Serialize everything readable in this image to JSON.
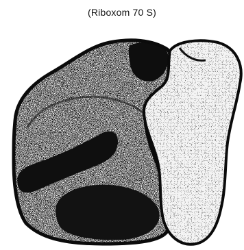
{
  "caption": "(Riboxom 70 S)",
  "colors": {
    "ink": "#111111",
    "paper": "#ffffff",
    "shade_light": "#cfcfcf",
    "shade_dense": "#161616"
  },
  "parts": [
    {
      "name": "large-subunit",
      "label": ""
    },
    {
      "name": "small-subunit",
      "label": ""
    }
  ]
}
